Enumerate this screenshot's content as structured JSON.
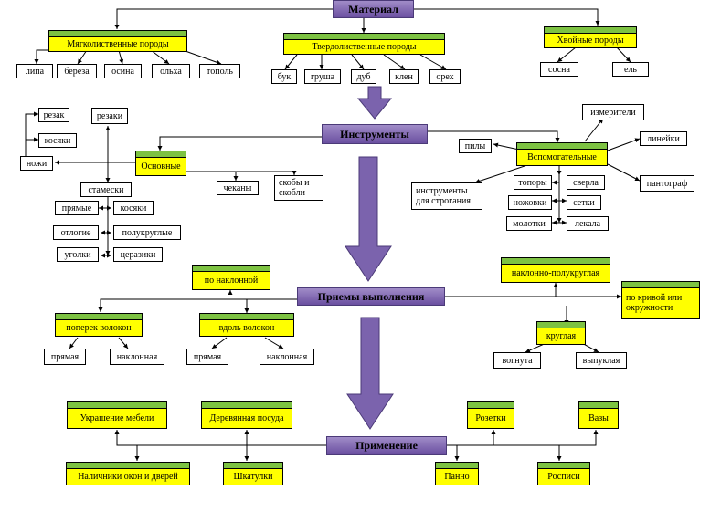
{
  "colors": {
    "header": "#7b63ad",
    "title_bar": "#7dc242",
    "highlight": "#ffff00",
    "arrow": "#7b63ad"
  },
  "nodes": {
    "material": "Материал",
    "soft": "Мягколиственные породы",
    "hard": "Твердолиственные породы",
    "conifer": "Хвойные породы",
    "lipa": "липа",
    "bereza": "береза",
    "osina": "осина",
    "olha": "ольха",
    "topol": "тополь",
    "buk": "бук",
    "grusha": "груша",
    "dub": "дуб",
    "klen": "клен",
    "oreh": "орех",
    "sosna": "сосна",
    "el": "ель",
    "instruments": "Инструменты",
    "rezak": "резак",
    "kosyaki_top": "косяки",
    "nozhi": "ножи",
    "rezaki": "резаки",
    "basic": "Основные",
    "stameski": "стамески",
    "pryamye": "прямые",
    "kosyaki": "косяки",
    "otlogie": "отлогие",
    "polukruglye": "полукруглые",
    "ugolki": "уголки",
    "cerazik": "церазики",
    "chekany": "чеканы",
    "skoby": "скобы и скобли",
    "measures": "измерители",
    "pily": "пилы",
    "auxiliary": "Вспомогательные",
    "lineyki": "линейки",
    "pantograf": "пантограф",
    "strogan": "инструменты для строгания",
    "topory": "топоры",
    "sverla": "сверла",
    "nozhovki": "ножовки",
    "setki": "сетки",
    "molotki": "молотки",
    "lekala": "лекала",
    "techniques": "Приемы выполнения",
    "po_naklonnoy": "по наклонной",
    "naklon_polukrug": "наклонно-полукруглая",
    "po_krivoy": "по кривой или окружности",
    "poperek": "поперек волокон",
    "vdol": "вдоль волокон",
    "pryamaya1": "прямая",
    "naklonnaya1": "наклонная",
    "pryamaya2": "прямая",
    "naklonnaya2": "наклонная",
    "kruglaya": "круглая",
    "vognuta": "вогнута",
    "vypuklaya": "выпуклая",
    "application": "Применение",
    "furniture": "Украшение мебели",
    "dishes": "Деревянная посуда",
    "rozetki": "Розетки",
    "vazy": "Вазы",
    "nalichniki": "Наличники окон и дверей",
    "shkatulki": "Шкатулки",
    "panno": "Панно",
    "rospisi": "Росписи"
  }
}
